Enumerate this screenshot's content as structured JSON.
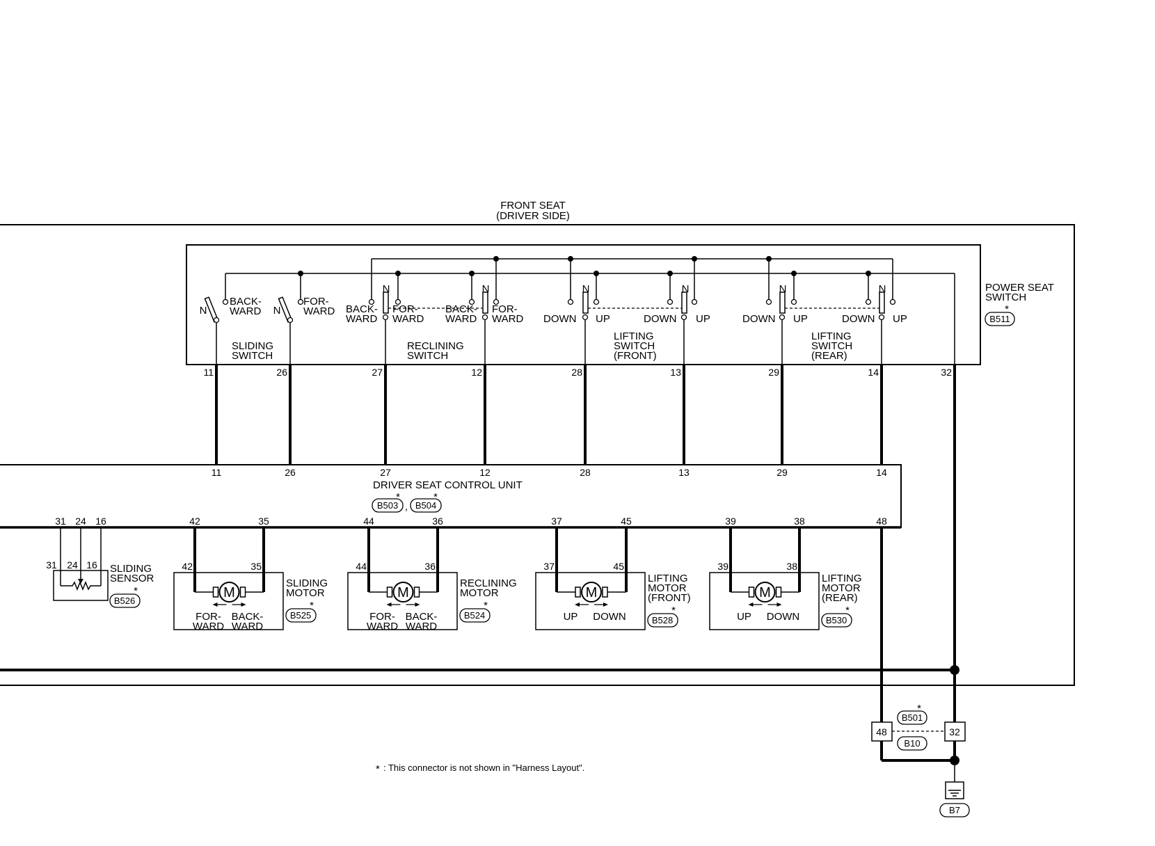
{
  "front_seat": {
    "line1": "FRONT SEAT",
    "line2": "(DRIVER SIDE)"
  },
  "power_seat_switch": {
    "line1": "POWER SEAT",
    "line2": "SWITCH",
    "connector": "B511"
  },
  "control_unit": {
    "label": "DRIVER SEAT CONTROL UNIT",
    "connector1": "B503",
    "connector2": "B504",
    "separator": ","
  },
  "asterisk": "*",
  "switches": {
    "sliding": {
      "line1": "SLIDING",
      "line2": "SWITCH",
      "opt1": "BACK-|WARD",
      "opt2": "FOR-|WARD"
    },
    "reclining": {
      "line1": "RECLINING",
      "line2": "SWITCH",
      "opt1": "BACK-|WARD",
      "opt2": "FOR-|WARD",
      "opt3": "BACK-|WARD",
      "opt4": "FOR-|WARD"
    },
    "lifting_front": {
      "line1": "LIFTING",
      "line2": "SWITCH",
      "line3": "(FRONT)",
      "down": "DOWN",
      "up": "UP"
    },
    "lifting_rear": {
      "line1": "LIFTING",
      "line2": "SWITCH",
      "line3": "(REAR)",
      "down": "DOWN",
      "up": "UP"
    },
    "neutral": "N"
  },
  "switch_terminals": [
    "11",
    "26",
    "27",
    "12",
    "28",
    "13",
    "29",
    "14",
    "32"
  ],
  "unit_terminals_top": [
    "11",
    "26",
    "27",
    "12",
    "28",
    "13",
    "29",
    "14"
  ],
  "unit_terminals_bottom": [
    "31",
    "24",
    "16",
    "42",
    "35",
    "44",
    "36",
    "37",
    "45",
    "39",
    "38",
    "48"
  ],
  "sliding_sensor": {
    "line1": "SLIDING",
    "line2": "SENSOR",
    "connector": "B526",
    "pins": [
      "31",
      "24",
      "16"
    ]
  },
  "motors": {
    "sliding": {
      "line1": "SLIDING",
      "line2": "MOTOR",
      "connector": "B525",
      "pins": [
        "42",
        "35"
      ],
      "left": "FOR-|WARD",
      "right": "BACK-|WARD"
    },
    "reclining": {
      "line1": "RECLINING",
      "line2": "MOTOR",
      "connector": "B524",
      "pins": [
        "44",
        "36"
      ],
      "left": "FOR-|WARD",
      "right": "BACK-|WARD"
    },
    "lifting_front": {
      "line1": "LIFTING",
      "line2": "MOTOR",
      "line3": "(FRONT)",
      "connector": "B528",
      "pins": [
        "37",
        "45"
      ],
      "left": "UP",
      "right": "DOWN"
    },
    "lifting_rear": {
      "line1": "LIFTING",
      "line2": "MOTOR",
      "line3": "(REAR)",
      "connector": "B530",
      "pins": [
        "39",
        "38"
      ],
      "left": "UP",
      "right": "DOWN"
    },
    "symbol": "M"
  },
  "joint_connector": {
    "connector1": "B501",
    "connector2": "B10",
    "pin_left": "48",
    "pin_right": "32"
  },
  "ground": {
    "connector": "B7"
  },
  "footnote": ": This connector is not shown in \"Harness Layout\"."
}
